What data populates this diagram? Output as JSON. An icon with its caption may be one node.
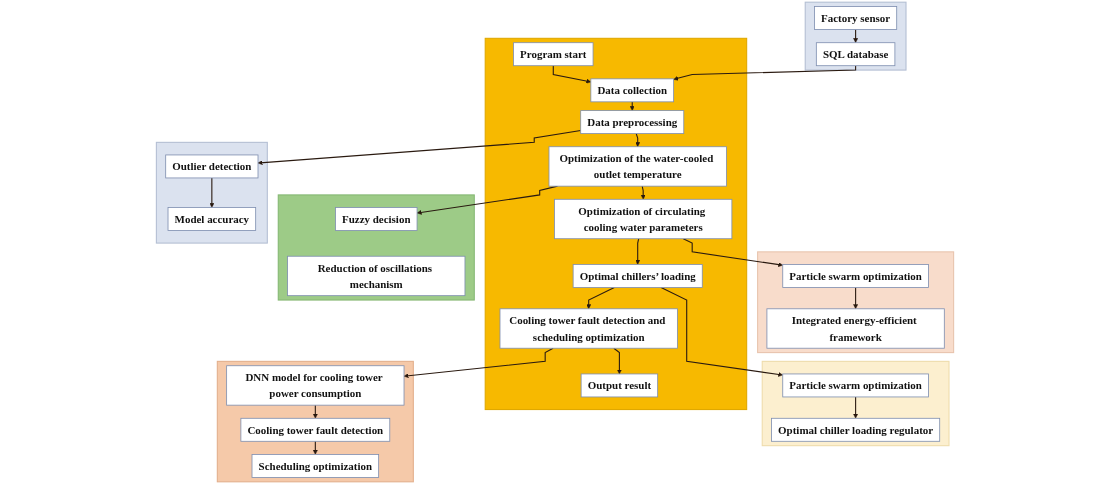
{
  "diagram": {
    "nodes": [
      {
        "text": [],
        "shape": "box"
      },
      {
        "text": [
          "Program start"
        ],
        "in": 0
      },
      {
        "text": [
          "Data collection"
        ],
        "in": 0
      },
      {
        "text": [
          "Data preprocessing"
        ],
        "in": 0
      },
      {
        "text": [
          "Optimization of the water-cooled outlet temperature"
        ],
        "in": 0
      },
      {
        "text": [
          "Optimization of circulating cooling water parameters"
        ],
        "in": 0
      },
      {
        "text": [
          "Optimal chillers’ loading"
        ],
        "in": 0
      },
      {
        "text": [
          "Cooling tower fault detection and scheduling optimization"
        ],
        "in": 0
      },
      {
        "text": [
          "Output result"
        ],
        "in": 0
      },
      {
        "text": [],
        "shape": "box"
      },
      {
        "text": [
          "Factory sensor"
        ],
        "in": 9
      },
      {
        "text": [
          "SQL database"
        ],
        "in": 9
      },
      {
        "text": [],
        "shape": "box"
      },
      {
        "text": [
          "Outlier detection"
        ],
        "in": 12
      },
      {
        "text": [
          "Model accuracy"
        ],
        "in": 12
      },
      {
        "text": [],
        "shape": "box"
      },
      {
        "text": [
          "Fuzzy decision"
        ],
        "in": 15
      },
      {
        "text": [
          "Reduction of oscillations mechanism"
        ],
        "in": 15
      },
      {
        "text": [],
        "shape": "box"
      },
      {
        "text": [
          "Particle swarm optimization"
        ],
        "in": 18
      },
      {
        "text": [
          "Integrated energy-efficient framework"
        ],
        "in": 18
      },
      {
        "text": [],
        "shape": "box"
      },
      {
        "text": [
          "DNN model for cooling tower power consumption"
        ],
        "in": 21
      },
      {
        "text": [
          "Cooling tower fault detection"
        ],
        "in": 21
      },
      {
        "text": [
          "Scheduling optimization"
        ],
        "in": 21
      },
      {
        "text": [],
        "shape": "box"
      },
      {
        "text": [
          "Particle swarm optimization"
        ],
        "in": 25
      },
      {
        "text": [
          "Optimal chiller loading regulator"
        ],
        "in": 25
      }
    ],
    "edges": [
      {
        "from": 1,
        "to": 2,
        "arrow": "to"
      },
      {
        "from": 2,
        "to": 3,
        "arrow": "to"
      },
      {
        "from": 3,
        "to": 4,
        "arrow": "to"
      },
      {
        "from": 4,
        "to": 5,
        "arrow": "to"
      },
      {
        "from": 5,
        "to": 6,
        "arrow": "to"
      },
      {
        "from": 6,
        "to": 7,
        "arrow": "to"
      },
      {
        "from": 7,
        "to": 8,
        "arrow": "to"
      },
      {
        "from": 10,
        "to": 11,
        "arrow": "to"
      },
      {
        "from": 11,
        "to": 2,
        "arrow": "to"
      },
      {
        "from": 3,
        "to": 13,
        "arrow": "to"
      },
      {
        "from": 13,
        "to": 14,
        "arrow": "to"
      },
      {
        "from": 4,
        "to": 16,
        "arrow": "to"
      },
      {
        "from": 5,
        "to": 19,
        "arrow": "to"
      },
      {
        "from": 19,
        "to": 20,
        "arrow": "to"
      },
      {
        "from": 6,
        "to": 26,
        "arrow": "to"
      },
      {
        "from": 26,
        "to": 27,
        "arrow": "to"
      },
      {
        "from": 7,
        "to": 22,
        "arrow": "to"
      },
      {
        "from": 22,
        "to": 23,
        "arrow": "to"
      },
      {
        "from": 23,
        "to": 24,
        "arrow": "to"
      }
    ]
  }
}
